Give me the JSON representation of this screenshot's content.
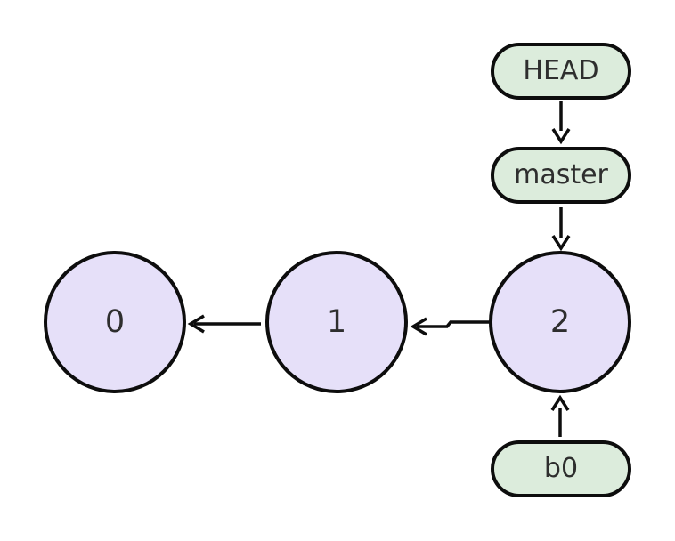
{
  "diagram": {
    "kind": "git-commit-graph",
    "background": "#ffffff"
  },
  "colors": {
    "commit_fill": "#e6e0f9",
    "ref_fill": "#dcecdc",
    "stroke": "#0d0d0d",
    "label_text": "#2e2e2e"
  },
  "nodes": {
    "head": {
      "label": "HEAD",
      "type": "ref"
    },
    "master": {
      "label": "master",
      "type": "ref"
    },
    "b0": {
      "label": "b0",
      "type": "ref"
    },
    "commit0": {
      "label": "0",
      "type": "commit"
    },
    "commit1": {
      "label": "1",
      "type": "commit"
    },
    "commit2": {
      "label": "2",
      "type": "commit"
    }
  },
  "edges": [
    {
      "from": "HEAD",
      "to": "master",
      "direction": "down"
    },
    {
      "from": "master",
      "to": "2",
      "direction": "down"
    },
    {
      "from": "b0",
      "to": "2",
      "direction": "up"
    },
    {
      "from": "2",
      "to": "1",
      "direction": "left"
    },
    {
      "from": "1",
      "to": "0",
      "direction": "left"
    }
  ]
}
